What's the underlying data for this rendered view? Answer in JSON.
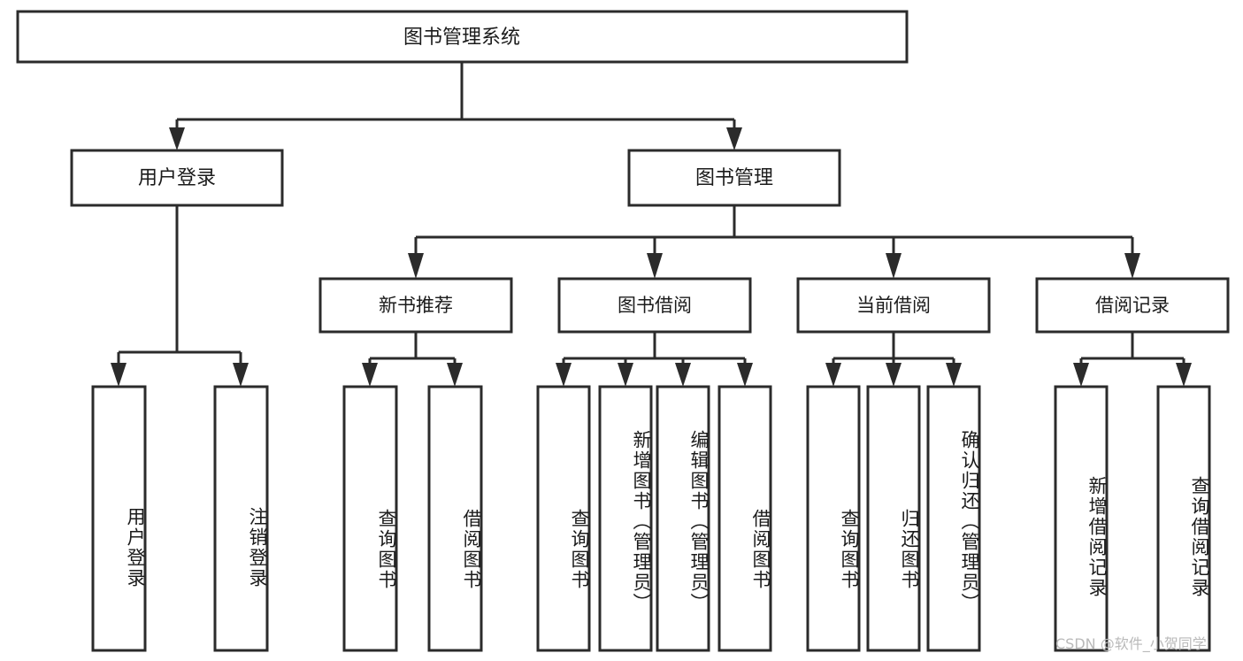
{
  "diagram": {
    "type": "hierarchy-tree",
    "title": "图书管理系统",
    "orientation": "top-down",
    "root": {
      "id": "root",
      "label": "图书管理系统",
      "level": 1
    },
    "level2": [
      {
        "id": "user-login",
        "label": "用户登录"
      },
      {
        "id": "book-manage",
        "label": "图书管理"
      }
    ],
    "level3": [
      {
        "id": "new-book-recommend",
        "label": "新书推荐",
        "parent": "book-manage"
      },
      {
        "id": "book-borrow",
        "label": "图书借阅",
        "parent": "book-manage"
      },
      {
        "id": "current-borrow",
        "label": "当前借阅",
        "parent": "book-manage"
      },
      {
        "id": "borrow-record",
        "label": "借阅记录",
        "parent": "book-manage"
      }
    ],
    "leaves": [
      {
        "id": "leaf-user-login",
        "label": "用户登录",
        "parent": "user-login"
      },
      {
        "id": "leaf-logout",
        "label": "注销登录",
        "parent": "user-login"
      },
      {
        "id": "leaf-query-book-1",
        "label": "查询图书",
        "parent": "new-book-recommend"
      },
      {
        "id": "leaf-borrow-book-1",
        "label": "借阅图书",
        "parent": "new-book-recommend"
      },
      {
        "id": "leaf-query-book-2",
        "label": "查询图书",
        "parent": "book-borrow"
      },
      {
        "id": "leaf-add-book",
        "label": "新增图书（管理员）",
        "parent": "book-borrow"
      },
      {
        "id": "leaf-edit-book",
        "label": "编辑图书（管理员）",
        "parent": "book-borrow"
      },
      {
        "id": "leaf-borrow-book-2",
        "label": "借阅图书",
        "parent": "book-borrow"
      },
      {
        "id": "leaf-query-book-3",
        "label": "查询图书",
        "parent": "current-borrow"
      },
      {
        "id": "leaf-return-book",
        "label": "归还图书",
        "parent": "current-borrow"
      },
      {
        "id": "leaf-confirm-return",
        "label": "确认归还（管理员）",
        "parent": "current-borrow"
      },
      {
        "id": "leaf-add-record",
        "label": "新增借阅记录",
        "parent": "borrow-record"
      },
      {
        "id": "leaf-query-record",
        "label": "查询借阅记录",
        "parent": "borrow-record"
      }
    ],
    "colors": {
      "stroke": "#2b2b2b",
      "fill": "#ffffff",
      "text": "#1b1b1b",
      "watermark": "#b9b9b9"
    }
  },
  "watermark": {
    "text": "CSDN @软件_小贺同学"
  }
}
